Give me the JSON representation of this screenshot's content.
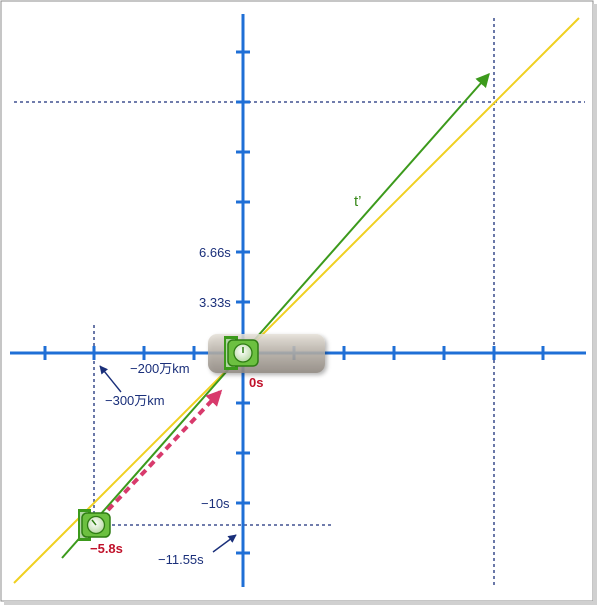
{
  "labels": {
    "t_prime": "t’",
    "y_tick_6_66": "6.66s",
    "y_tick_3_33": "3.33s",
    "origin": "0s",
    "y_tick_neg10": "−10s",
    "event_time": "−5.8s",
    "event_neg_11_55": "−11.55s",
    "x_minus_200": "−200万km",
    "x_minus_300": "−300万km"
  },
  "colors": {
    "axis": "#1f6fd6",
    "guide": "#1a2f7a",
    "light_line": "#f0d020",
    "worldline": "#3c9a1c",
    "motion_arrow": "#d83a6c",
    "frame": "#8c8c8c"
  },
  "icons": {
    "clock_origin": "stopwatch-icon",
    "clock_event": "stopwatch-icon"
  }
}
